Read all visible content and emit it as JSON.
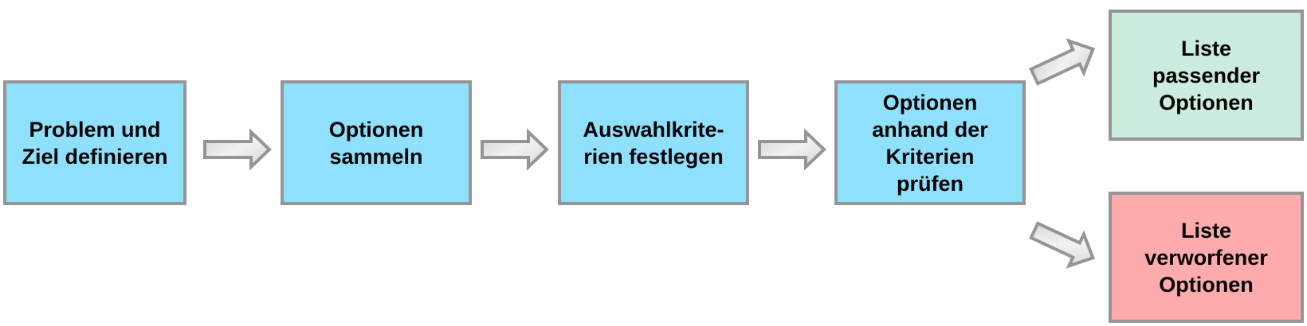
{
  "diagram": {
    "type": "flowchart",
    "direction": "left-to-right",
    "colors": {
      "step": "#8fe0fd",
      "accepted": "#ccecdd",
      "rejected": "#feabae",
      "border": "#959595",
      "arrow_fill": "#dcdcdc",
      "arrow_stroke": "#959595"
    },
    "steps": [
      {
        "id": "s1",
        "label": "Problem und\nZiel definieren"
      },
      {
        "id": "s2",
        "label": "Optionen\nsammeln"
      },
      {
        "id": "s3",
        "label": "Auswahlkrite-\nrien festlegen"
      },
      {
        "id": "s4",
        "label": "Optionen\nanhand der\nKriterien\nprüfen"
      }
    ],
    "outcomes": [
      {
        "id": "o1",
        "label": "Liste\npassender\nOptionen"
      },
      {
        "id": "o2",
        "label": "Liste\nverworfener\nOptionen"
      }
    ],
    "edges": [
      {
        "from": "s1",
        "to": "s2"
      },
      {
        "from": "s2",
        "to": "s3"
      },
      {
        "from": "s3",
        "to": "s4"
      },
      {
        "from": "s4",
        "to": "o1"
      },
      {
        "from": "s4",
        "to": "o2"
      }
    ]
  }
}
